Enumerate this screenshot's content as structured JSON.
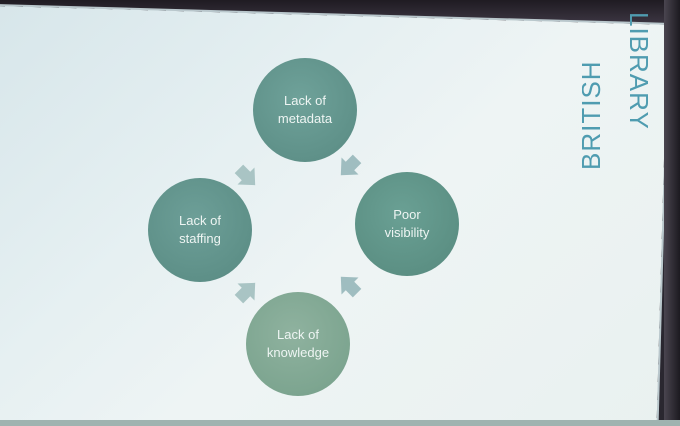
{
  "slide": {
    "logo": {
      "line1": "LIBRARY",
      "line2": "BRITISH",
      "color": "#4f9cb0"
    },
    "cycle": {
      "nodes": [
        {
          "label_1": "Lack of",
          "label_2": "metadata"
        },
        {
          "label_1": "Poor",
          "label_2": "visibility"
        },
        {
          "label_1": "Lack of",
          "label_2": "knowledge"
        },
        {
          "label_1": "Lack of",
          "label_2": "staffing"
        }
      ],
      "node_color": "#5f9189",
      "arrow_color": "#9fbdc0"
    }
  }
}
